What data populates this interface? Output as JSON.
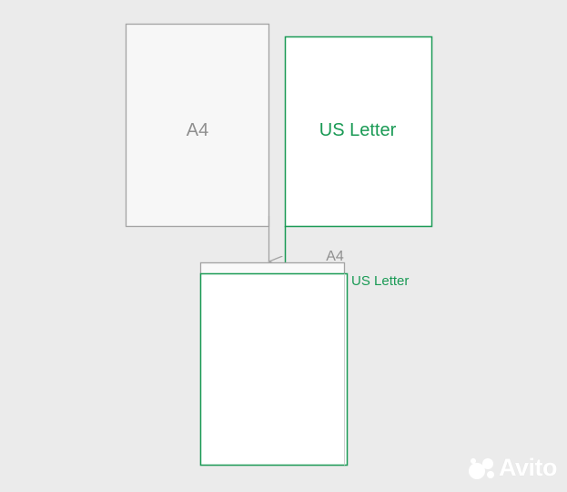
{
  "colors": {
    "background": "#ebebeb",
    "a4_stroke": "#a3a3a3",
    "a4_text": "#8f8f8f",
    "letter_stroke": "#1a9a55",
    "letter_text": "#1a9a55",
    "sheet_fill": "#ffffff"
  },
  "a4_sheet": {
    "label": "A4"
  },
  "letter_sheet": {
    "label": "US Letter"
  },
  "overlay": {
    "a4_label": "A4",
    "letter_label": "US Letter"
  },
  "watermark": {
    "logo_icon": "avito-dots-icon",
    "text": "Avito"
  }
}
